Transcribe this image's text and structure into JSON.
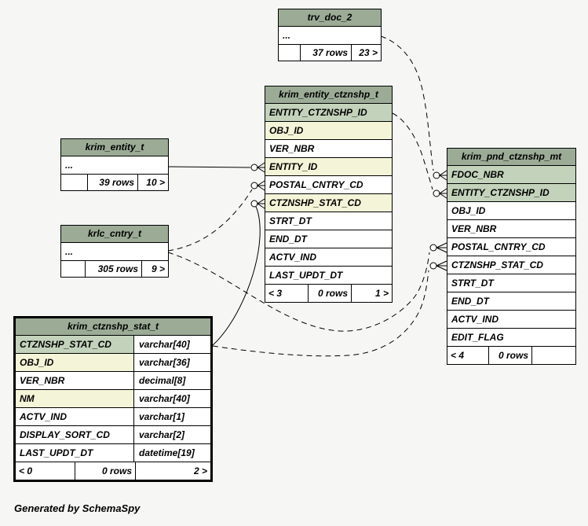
{
  "watermark": "Generated by SchemaSpy",
  "colors": {
    "header_background": "#9bab96",
    "primary_key_background": "#c3d2bb",
    "indexed_column_background": "#f4f5d8",
    "row_background": "#ffffff",
    "line_color": "#000000",
    "page_background": "#f6f6f5"
  },
  "tables": {
    "trv_doc_2": {
      "title": "trv_doc_2",
      "rows": [
        {
          "name": "...",
          "style": "plain"
        }
      ],
      "footer": {
        "left": "",
        "center": "37 rows",
        "right": "23 >"
      }
    },
    "krim_entity_t": {
      "title": "krim_entity_t",
      "rows": [
        {
          "name": "...",
          "style": "plain"
        }
      ],
      "footer": {
        "left": "",
        "center": "39 rows",
        "right": "10 >"
      }
    },
    "krlc_cntry_t": {
      "title": "krlc_cntry_t",
      "rows": [
        {
          "name": "...",
          "style": "plain"
        }
      ],
      "footer": {
        "left": "",
        "center": "305 rows",
        "right": "9 >"
      }
    },
    "krim_entity_ctznshp_t": {
      "title": "krim_entity_ctznshp_t",
      "rows": [
        {
          "name": "ENTITY_CTZNSHP_ID",
          "style": "pk"
        },
        {
          "name": "OBJ_ID",
          "style": "indexed"
        },
        {
          "name": "VER_NBR",
          "style": "plain"
        },
        {
          "name": "ENTITY_ID",
          "style": "indexed"
        },
        {
          "name": "POSTAL_CNTRY_CD",
          "style": "plain"
        },
        {
          "name": "CTZNSHP_STAT_CD",
          "style": "indexed"
        },
        {
          "name": "STRT_DT",
          "style": "plain"
        },
        {
          "name": "END_DT",
          "style": "plain"
        },
        {
          "name": "ACTV_IND",
          "style": "plain"
        },
        {
          "name": "LAST_UPDT_DT",
          "style": "plain"
        }
      ],
      "footer": {
        "left": "< 3",
        "center": "0 rows",
        "right": "1 >"
      }
    },
    "krim_pnd_ctznshp_mt": {
      "title": "krim_pnd_ctznshp_mt",
      "rows": [
        {
          "name": "FDOC_NBR",
          "style": "pk"
        },
        {
          "name": "ENTITY_CTZNSHP_ID",
          "style": "pk"
        },
        {
          "name": "OBJ_ID",
          "style": "plain"
        },
        {
          "name": "VER_NBR",
          "style": "plain"
        },
        {
          "name": "POSTAL_CNTRY_CD",
          "style": "plain"
        },
        {
          "name": "CTZNSHP_STAT_CD",
          "style": "plain"
        },
        {
          "name": "STRT_DT",
          "style": "plain"
        },
        {
          "name": "END_DT",
          "style": "plain"
        },
        {
          "name": "ACTV_IND",
          "style": "plain"
        },
        {
          "name": "EDIT_FLAG",
          "style": "plain"
        }
      ],
      "footer": {
        "left": "< 4",
        "center": "0 rows",
        "right": ""
      }
    },
    "krim_ctznshp_stat_t": {
      "title": "krim_ctznshp_stat_t",
      "rows": [
        {
          "name": "CTZNSHP_STAT_CD",
          "type": "varchar[40]",
          "style": "pk"
        },
        {
          "name": "OBJ_ID",
          "type": "varchar[36]",
          "style": "indexed"
        },
        {
          "name": "VER_NBR",
          "type": "decimal[8]",
          "style": "plain"
        },
        {
          "name": "NM",
          "type": "varchar[40]",
          "style": "indexed"
        },
        {
          "name": "ACTV_IND",
          "type": "varchar[1]",
          "style": "plain"
        },
        {
          "name": "DISPLAY_SORT_CD",
          "type": "varchar[2]",
          "style": "plain"
        },
        {
          "name": "LAST_UPDT_DT",
          "type": "datetime[19]",
          "style": "plain"
        }
      ],
      "footer": {
        "left": "< 0",
        "center": "0 rows",
        "right": "2 >"
      }
    }
  }
}
